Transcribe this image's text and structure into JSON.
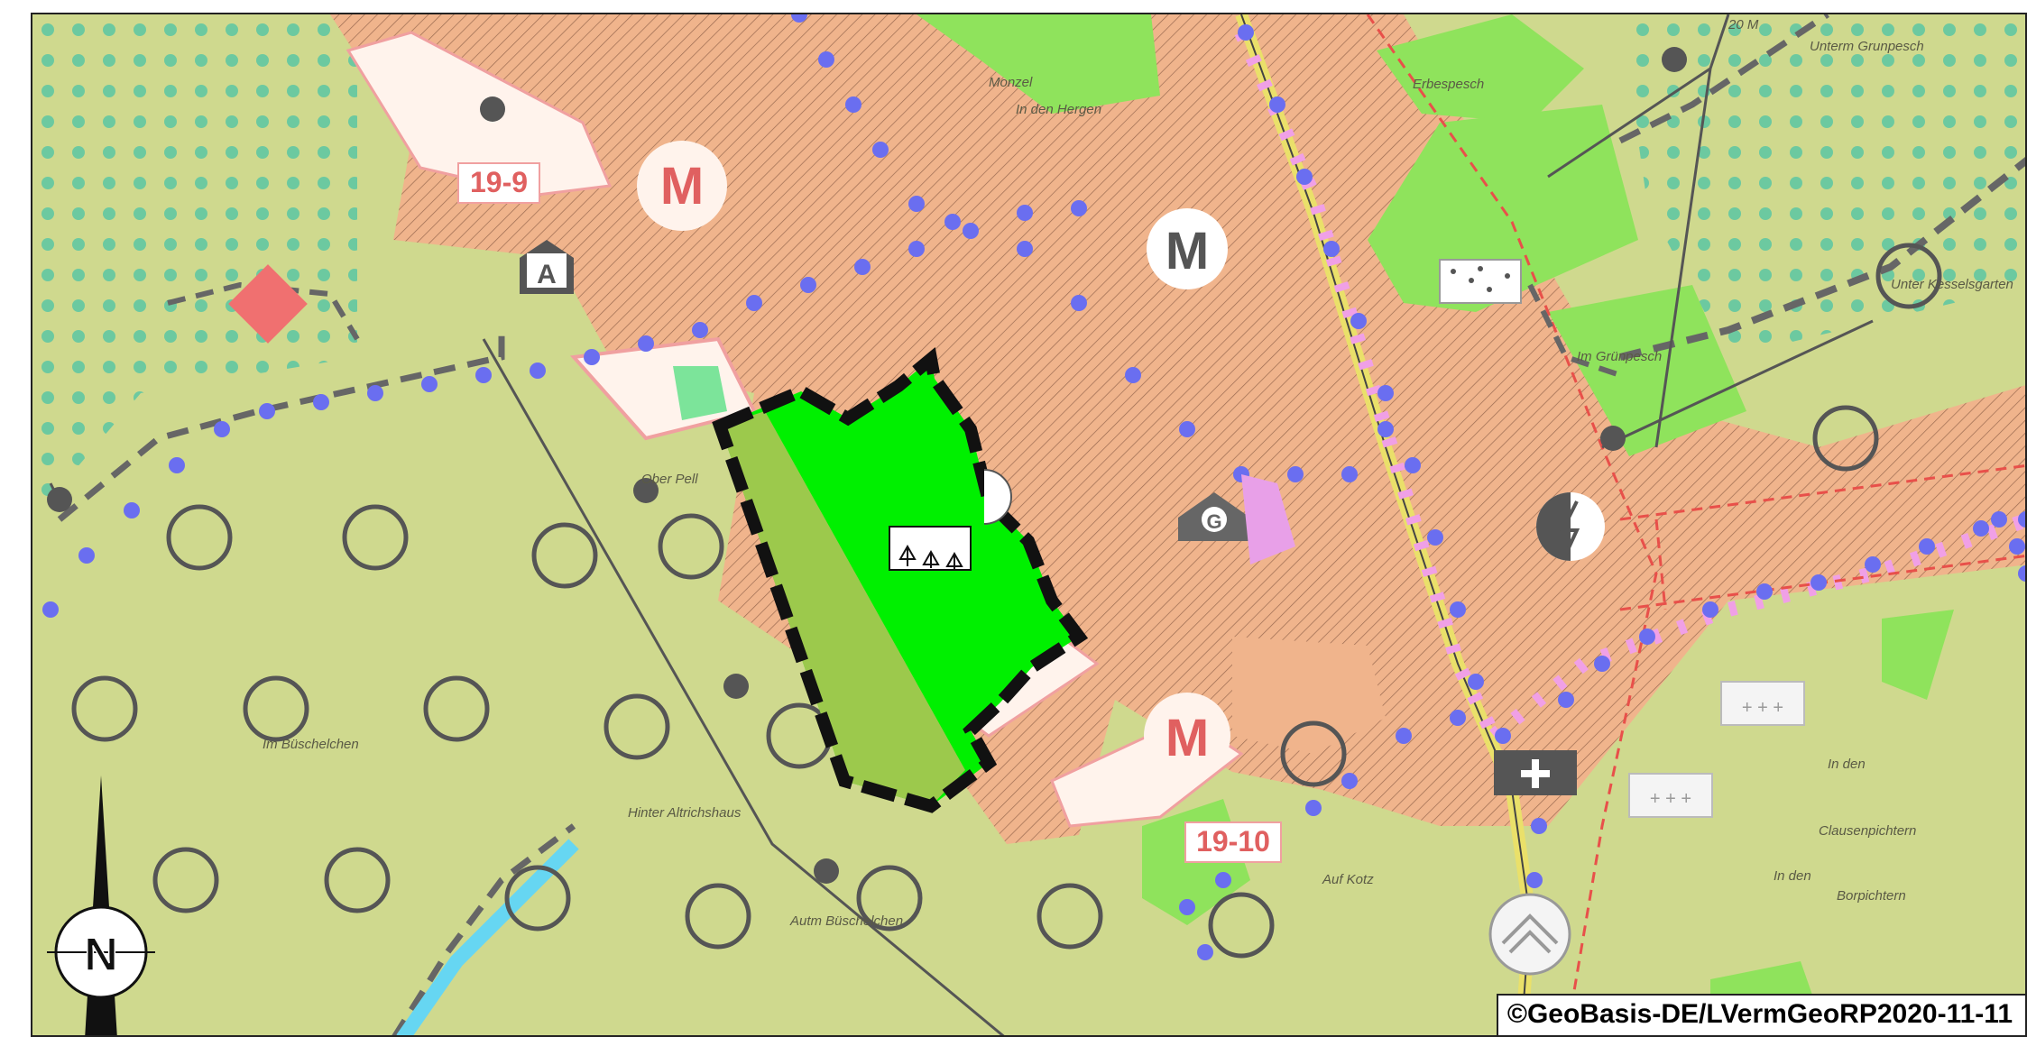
{
  "map": {
    "colors": {
      "agriculture": "#cfd98e",
      "settlement": "#f0b48c",
      "forest_green": "#8fe35c",
      "new_area": "#00f000",
      "new_area_strip": "#9cc94c",
      "boundary": "#111111",
      "route_dots": "#6a6ef0",
      "pink_route": "#f0a0e6",
      "red_dash": "#e8504a",
      "orchard_dots": "#6cc9a0",
      "road_yellow": "#eae06a",
      "water": "#66d6f2"
    },
    "symbols": {
      "mixed_use": "M",
      "commercial": "G",
      "agriculture_building": "A",
      "north_arrow": "N",
      "church_icon": "plus-cross-icon",
      "tree_icon": "tree-symbol-icon",
      "energy_icon": "lightning-icon",
      "house_icon": "house-icon"
    },
    "plan_labels": [
      "19-9",
      "19-10"
    ],
    "place_names": [
      "Monzel",
      "In den Hergen",
      "Erbespesch",
      "Unterm Grunpesch",
      "Unter Kesselsgarten",
      "Im Grünpesch",
      "Ober Pell",
      "Im Büschelchen",
      "Hinter Altrichshaus",
      "Autm Büschelchen",
      "Auf Kotz",
      "Clausenpichtern",
      "In den",
      "Borpichtern",
      "In den",
      "20 M"
    ],
    "copyright": "©GeoBasis-DE/LVermGeoRP2020-11-11"
  }
}
